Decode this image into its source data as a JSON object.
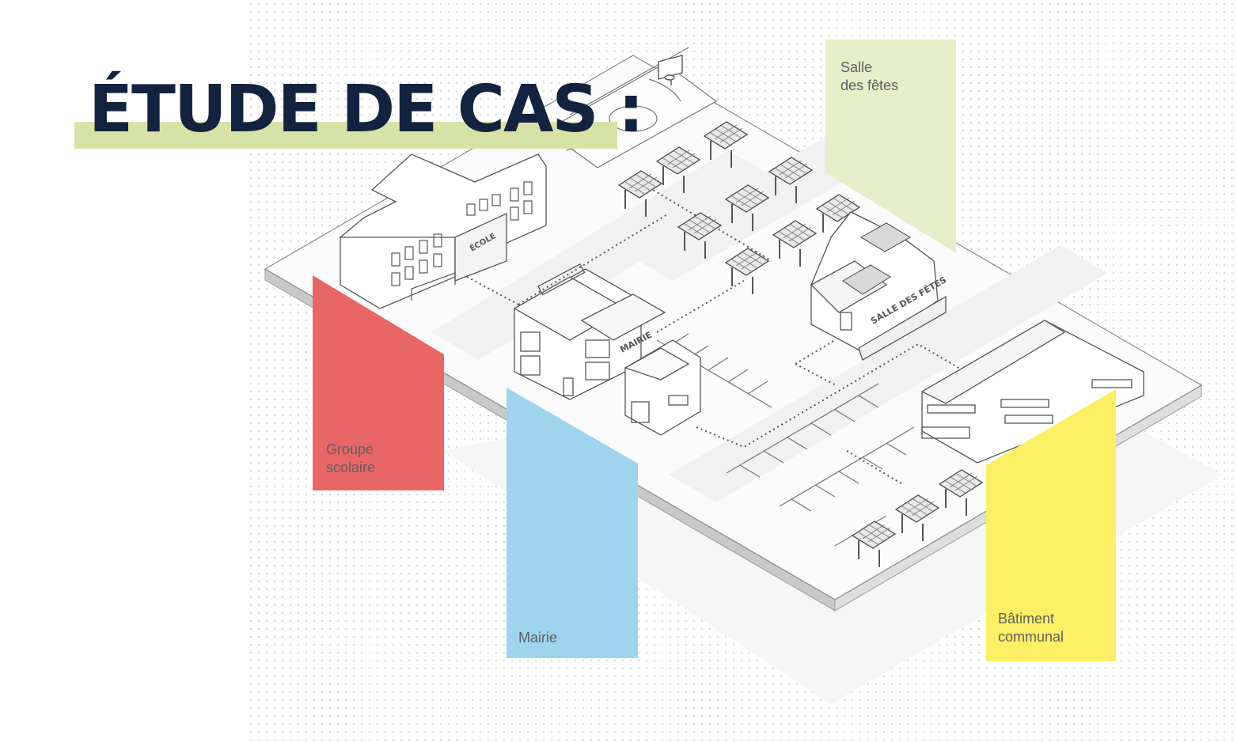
{
  "title": "ÉTUDE DE CAS :",
  "colors": {
    "title_text": "#13233f",
    "title_highlight": "#d7e3a6",
    "groupe_scolaire": "#e86666",
    "mairie": "#9fd4ee",
    "salle_des_fetes": "#e6efc9",
    "batiment_communal": "#fbf065",
    "line_art": "#6f6f6f",
    "ground": "#f4f4f4"
  },
  "callouts": {
    "groupe_scolaire": "Groupe\nscolaire",
    "mairie": "Mairie",
    "salle_des_fetes": "Salle\ndes fêtes",
    "batiment_communal": "Bâtiment\ncommunal"
  },
  "building_labels": {
    "ecole": "ÉCOLE",
    "mairie": "MAIRIE",
    "salle": "SALLE DES FÊTES"
  },
  "icons": [
    "solar-carport-icon",
    "basketball-hoop-icon",
    "solar-panel-icon"
  ]
}
